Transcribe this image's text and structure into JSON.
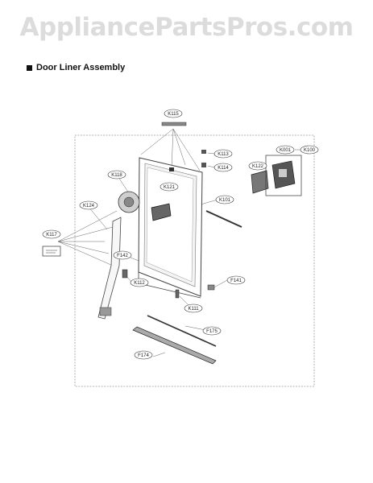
{
  "watermark": "AppliancePartsPros.com",
  "title": "Door Liner Assembly",
  "callouts": {
    "k115": "K115",
    "k113": "K113",
    "k114": "K114",
    "k001": "K001",
    "k100": "K100",
    "k118": "K118",
    "k122": "K122",
    "k121": "K121",
    "k101": "K101",
    "k124": "K124",
    "k117": "K117",
    "f142": "F142",
    "k112": "K112",
    "f141": "F141",
    "k111": "K111",
    "f175": "F175",
    "f174": "F174"
  }
}
